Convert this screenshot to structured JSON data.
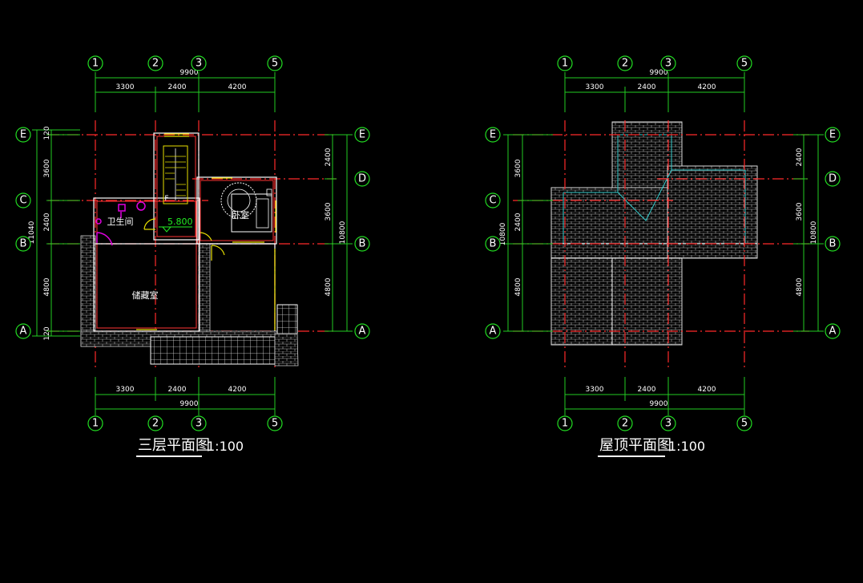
{
  "plans": {
    "left": {
      "title": "三层平面图",
      "scale": "1:100",
      "rooms": {
        "bathroom": "卫生间",
        "bedroom": "卧室",
        "storage": "储藏室"
      },
      "level": "5.800",
      "stair_mark": "F"
    },
    "right": {
      "title": "屋顶平面图",
      "scale": "1:100"
    }
  },
  "axes": {
    "vertical": [
      "1",
      "2",
      "3",
      "5"
    ],
    "horizontal": [
      "E",
      "D",
      "C",
      "B",
      "A"
    ]
  },
  "dims": {
    "total_x": "9900",
    "spans_x": [
      "3300",
      "2400",
      "4200"
    ],
    "left_plan_left_side": {
      "total": "11040",
      "spans": [
        "120",
        "3600",
        "2400",
        "4800",
        "120"
      ]
    },
    "right_plan_left_side": {
      "total": "10800",
      "spans": [
        "3600",
        "2400",
        "4800"
      ]
    },
    "right_side": {
      "total": "10800",
      "spans": [
        "2400",
        "3600",
        "4800"
      ]
    }
  }
}
